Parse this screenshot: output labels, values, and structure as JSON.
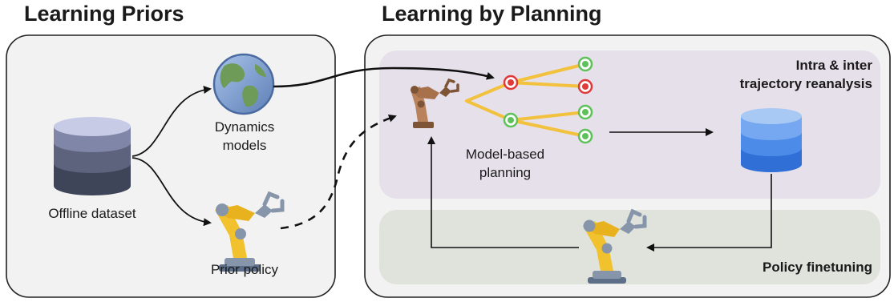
{
  "titles": {
    "left": "Learning Priors",
    "right": "Learning by Planning"
  },
  "labels": {
    "dynamics_models_line1": "Dynamics",
    "dynamics_models_line2": "models",
    "offline_dataset": "Offline dataset",
    "prior_policy": "Prior policy",
    "model_based_line1": "Model-based",
    "model_based_line2": "planning",
    "reanalysis_line1": "Intra & inter",
    "reanalysis_line2": "trajectory reanalysis",
    "policy_finetuning": "Policy finetuning"
  },
  "colors": {
    "panel_bg": "#f2f2f2",
    "planning_region": "#e6e0eb",
    "finetune_region": "#e0e3dc",
    "tree_branch": "#f2c23e",
    "node_green": "#5fc15a",
    "node_red": "#e03a3a",
    "db_gray_top": "#c7cbe6",
    "db_blue_top": "#a9c9f5",
    "robot_orange": "#f2c12e",
    "robot_brown": "#b9825a"
  },
  "icons": [
    "globe-icon",
    "database-icon",
    "robot-arm-icon",
    "blue-database-icon"
  ]
}
